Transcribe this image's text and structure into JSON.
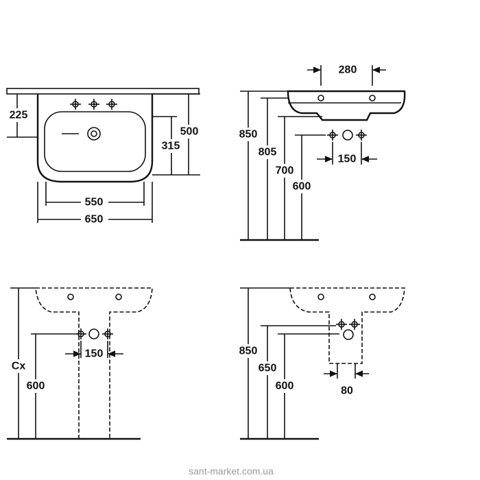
{
  "front_view": {
    "d225": "225",
    "d500": "500",
    "d315": "315",
    "d550": "550",
    "d650": "650"
  },
  "side_view": {
    "d280": "280",
    "d850": "850",
    "d805": "805",
    "d700": "700",
    "d600": "600",
    "d150": "150"
  },
  "pedestal_front": {
    "cx": "Cx",
    "d600": "600",
    "d150": "150"
  },
  "pedestal_side": {
    "d850": "850",
    "d650": "650",
    "d600": "600",
    "d80": "80"
  },
  "watermark": "sant-market.com.ua"
}
